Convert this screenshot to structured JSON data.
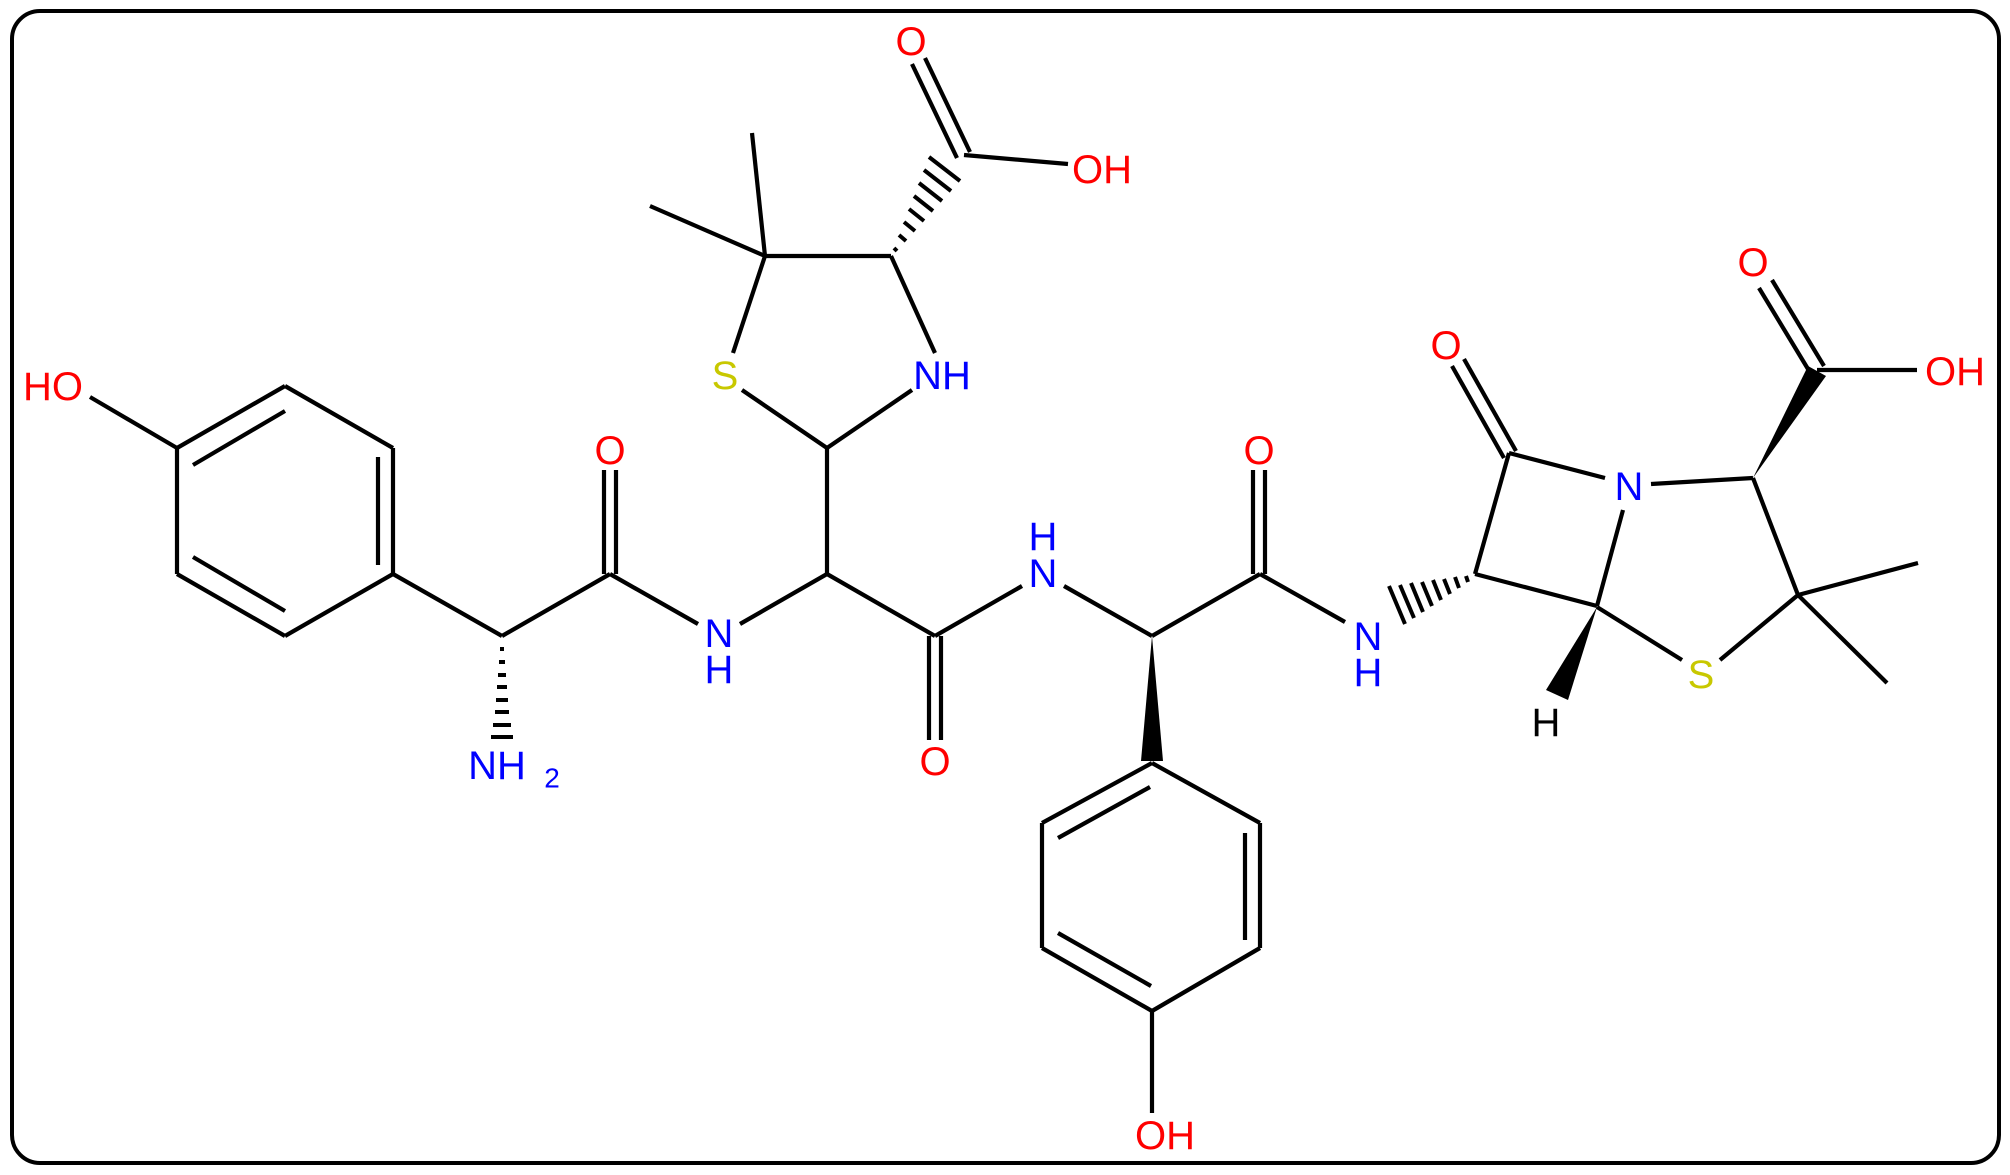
{
  "diagram": {
    "type": "chemical-structure",
    "colors": {
      "bond": "#000000",
      "oxygen": "#ff0000",
      "nitrogen": "#0000ff",
      "sulfur": "#c8c800",
      "hydrogen": "#000000"
    },
    "labels": {
      "ho_left": "HO",
      "o_amide1": "O",
      "nh2": "NH",
      "nh2_sub": "2",
      "nh_amide1_n": "N",
      "nh_amide1_h": "H",
      "s_thiazolidine": "S",
      "nh_thiazolidine": "NH",
      "o_acid1": "O",
      "oh_acid1": "OH",
      "o_amide2": "O",
      "nh_amide2_h": "H",
      "nh_amide2_n": "N",
      "o_amide3": "O",
      "oh_bottom": "OH",
      "nh_amide3_n": "N",
      "nh_amide3_h": "H",
      "o_lactam": "O",
      "n_lactam": "N",
      "h_bridge": "H",
      "s_penam": "S",
      "o_acid2": "O",
      "oh_acid2": "OH"
    }
  }
}
